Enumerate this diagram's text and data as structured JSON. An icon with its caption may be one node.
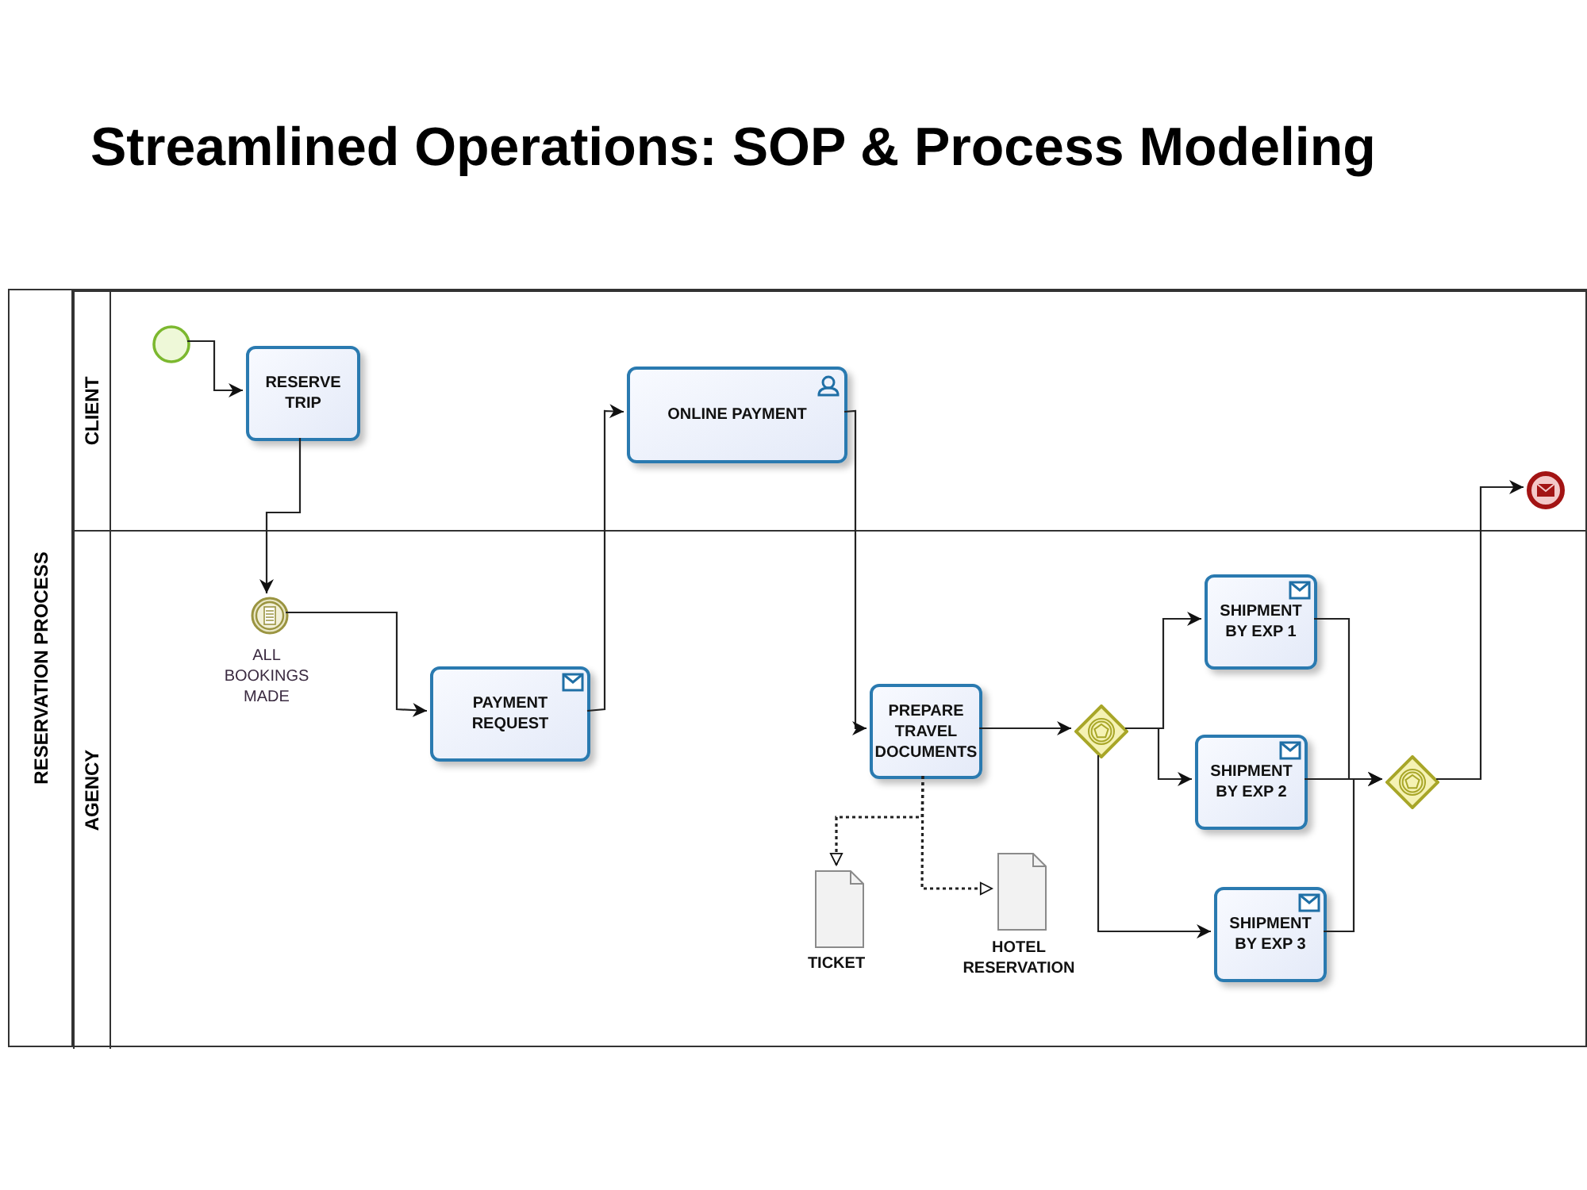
{
  "diagram": {
    "title": "Streamlined Operations: SOP & Process Modeling",
    "nodes": [
      {
        "text": [
          "RESERVATION PROCESS"
        ]
      },
      {
        "text": [
          "CLIENT"
        ],
        "in": 0
      },
      {
        "text": [
          "AGENCY"
        ],
        "in": 0
      },
      {
        "text": [],
        "shape": "circle",
        "in": 1
      },
      {
        "text": [
          "RESERVE TRIP"
        ],
        "in": 1
      },
      {
        "text": [
          "ONLINE PAYMENT"
        ],
        "in": 1
      },
      {
        "text": [],
        "shape": "circle",
        "in": 1
      },
      {
        "text": [],
        "shape": "circle",
        "in": 2,
        "beside": [
          "ALL BOOKINGS MADE"
        ]
      },
      {
        "text": [
          "PAYMENT REQUEST"
        ],
        "in": 2
      },
      {
        "text": [
          "PREPARE TRAVEL DOCUMENTS"
        ],
        "in": 2
      },
      {
        "text": [],
        "shape": "document",
        "in": 2,
        "beside": [
          "TICKET"
        ]
      },
      {
        "text": [],
        "shape": "document",
        "in": 2,
        "beside": [
          "HOTEL RESERVATION"
        ]
      },
      {
        "text": [],
        "shape": "diamond",
        "in": 2
      },
      {
        "text": [
          "SHIPMENT BY EXP 1"
        ],
        "in": 2
      },
      {
        "text": [
          "SHIPMENT BY EXP 2"
        ],
        "in": 2
      },
      {
        "text": [
          "SHIPMENT BY EXP 3"
        ],
        "in": 2
      },
      {
        "text": [],
        "shape": "diamond",
        "in": 2
      }
    ],
    "edges": [
      {
        "from": 3,
        "to": 4,
        "arrow": "to"
      },
      {
        "from": 4,
        "to": 7,
        "arrow": "to"
      },
      {
        "from": 7,
        "to": 8,
        "arrow": "to"
      },
      {
        "from": 8,
        "to": 5,
        "arrow": "to"
      },
      {
        "from": 5,
        "to": 9,
        "arrow": "to"
      },
      {
        "from": 9,
        "to": 12,
        "arrow": "to"
      },
      {
        "from": 9,
        "to": 10,
        "arrow": "to",
        "style": "dashed"
      },
      {
        "from": 9,
        "to": 11,
        "arrow": "to",
        "style": "dashed"
      },
      {
        "from": 12,
        "to": 13,
        "arrow": "to"
      },
      {
        "from": 12,
        "to": 14,
        "arrow": "to"
      },
      {
        "from": 12,
        "to": 15,
        "arrow": "to"
      },
      {
        "from": 13,
        "to": 16,
        "arrow": "to"
      },
      {
        "from": 14,
        "to": 16,
        "arrow": "to"
      },
      {
        "from": 15,
        "to": 16,
        "arrow": "to"
      },
      {
        "from": 16,
        "to": 6,
        "arrow": "to"
      }
    ]
  }
}
